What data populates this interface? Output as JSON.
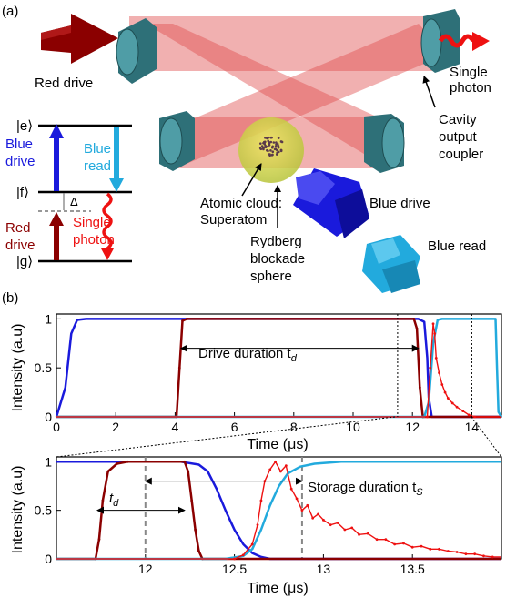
{
  "panel_a": {
    "label": "(a)",
    "red_drive_label": "Red drive",
    "single_photon_label": [
      "Single",
      "photon"
    ],
    "cavity_output_coupler_label": [
      "Cavity",
      "output",
      "coupler"
    ],
    "blue_drive_label": "Blue drive",
    "blue_read_label": "Blue read",
    "atomic_cloud_label": [
      "Atomic cloud:",
      "Superatom"
    ],
    "rydberg_label": [
      "Rydberg",
      "blockade",
      "sphere"
    ],
    "level_e": "|e⟩",
    "level_f": "|f⟩",
    "level_g": "|g⟩",
    "delta_label": "Δ",
    "diagram_blue_drive": [
      "Blue",
      "drive"
    ],
    "diagram_blue_read": [
      "Blue",
      "read"
    ],
    "diagram_red_drive": [
      "Red",
      "drive"
    ],
    "diagram_single_photon": [
      "Single",
      "photon"
    ]
  },
  "panel_b": {
    "label": "(b)",
    "top_ylabel": "Intensity (a.u)",
    "top_xlabel": "Time (μs)",
    "top_annotation": "Drive duration t",
    "top_annotation_sub": "d",
    "bottom_ylabel": "Intensity (a.u)",
    "bottom_xlabel": "Time (μs)",
    "bottom_annotation": "Storage duration t",
    "bottom_annotation_sub": "S",
    "bottom_td_label": "t",
    "bottom_td_sub": "d"
  },
  "colors": {
    "blue_drive": "#1a1adc",
    "blue_read": "#22aadd",
    "red_drive": "#8b0000",
    "single_photon": "#ee1111",
    "mirror": "#2e7078",
    "beam": "#e05050"
  },
  "chart_data": [
    {
      "type": "line",
      "xlabel": "Time (μs)",
      "ylabel": "Intensity (a.u)",
      "xlim": [
        0,
        15
      ],
      "ylim": [
        0,
        1.05
      ],
      "x_ticks": [
        "0",
        "2",
        "4",
        "6",
        "8",
        "10",
        "12",
        "14"
      ],
      "y_ticks": [
        "0",
        "0.5",
        "1"
      ],
      "series": [
        {
          "key": "blue_drive",
          "points": [
            [
              0,
              0
            ],
            [
              0.3,
              0.3
            ],
            [
              0.5,
              0.85
            ],
            [
              0.7,
              0.99
            ],
            [
              1,
              1
            ],
            [
              12.2,
              1
            ],
            [
              12.4,
              0.97
            ],
            [
              12.5,
              0.6
            ],
            [
              12.55,
              0.2
            ],
            [
              12.65,
              0
            ],
            [
              15,
              0
            ]
          ]
        },
        {
          "key": "red_drive",
          "points": [
            [
              0,
              0
            ],
            [
              4.05,
              0
            ],
            [
              4.15,
              0.5
            ],
            [
              4.25,
              0.98
            ],
            [
              4.4,
              1
            ],
            [
              12.05,
              1
            ],
            [
              12.15,
              0.9
            ],
            [
              12.25,
              0.3
            ],
            [
              12.35,
              0
            ],
            [
              15,
              0
            ]
          ]
        },
        {
          "key": "blue_read",
          "points": [
            [
              0,
              0
            ],
            [
              12.4,
              0
            ],
            [
              12.55,
              0.15
            ],
            [
              12.7,
              0.75
            ],
            [
              12.85,
              0.99
            ],
            [
              13,
              1
            ],
            [
              14.8,
              1
            ],
            [
              14.85,
              0.5
            ],
            [
              14.9,
              0.05
            ],
            [
              15,
              0
            ]
          ]
        },
        {
          "key": "single_photon",
          "points": [
            [
              0,
              0
            ],
            [
              12.5,
              0
            ],
            [
              12.6,
              0.5
            ],
            [
              12.7,
              0.95
            ],
            [
              12.75,
              0.85
            ],
            [
              12.8,
              0.6
            ],
            [
              12.9,
              0.45
            ],
            [
              13.0,
              0.33
            ],
            [
              13.1,
              0.25
            ],
            [
              13.2,
              0.19
            ],
            [
              13.35,
              0.14
            ],
            [
              13.5,
              0.1
            ],
            [
              13.7,
              0.06
            ],
            [
              13.9,
              0.02
            ],
            [
              14.1,
              0
            ],
            [
              15,
              0
            ]
          ]
        }
      ],
      "annotations": [
        {
          "text": "Drive duration t_d",
          "x_start": 4.2,
          "x_end": 12.2,
          "y": 0.7
        }
      ],
      "vlines": [
        11.5,
        14.0
      ]
    },
    {
      "type": "line",
      "xlabel": "Time (μs)",
      "ylabel": "Intensity (a.u)",
      "xlim": [
        11.5,
        14.0
      ],
      "ylim": [
        0,
        1.05
      ],
      "x_ticks": [
        "12",
        "12.5",
        "13",
        "13.5"
      ],
      "y_ticks": [
        "0",
        "0.5",
        "1"
      ],
      "series": [
        {
          "key": "blue_drive",
          "points": [
            [
              11.5,
              1
            ],
            [
              12.2,
              1
            ],
            [
              12.3,
              0.97
            ],
            [
              12.35,
              0.9
            ],
            [
              12.4,
              0.72
            ],
            [
              12.45,
              0.5
            ],
            [
              12.5,
              0.3
            ],
            [
              12.55,
              0.15
            ],
            [
              12.6,
              0.06
            ],
            [
              12.65,
              0.02
            ],
            [
              12.7,
              0
            ],
            [
              14,
              0
            ]
          ]
        },
        {
          "key": "red_drive",
          "points": [
            [
              11.5,
              0
            ],
            [
              11.72,
              0
            ],
            [
              11.74,
              0.2
            ],
            [
              11.76,
              0.6
            ],
            [
              11.79,
              0.9
            ],
            [
              11.84,
              0.98
            ],
            [
              11.9,
              1
            ],
            [
              12.22,
              1
            ],
            [
              12.24,
              0.9
            ],
            [
              12.26,
              0.6
            ],
            [
              12.28,
              0.3
            ],
            [
              12.3,
              0.08
            ],
            [
              12.32,
              0
            ],
            [
              14,
              0
            ]
          ]
        },
        {
          "key": "blue_read",
          "points": [
            [
              11.5,
              0
            ],
            [
              12.45,
              0
            ],
            [
              12.55,
              0.03
            ],
            [
              12.6,
              0.1
            ],
            [
              12.65,
              0.3
            ],
            [
              12.7,
              0.55
            ],
            [
              12.75,
              0.75
            ],
            [
              12.8,
              0.88
            ],
            [
              12.87,
              0.95
            ],
            [
              12.95,
              0.98
            ],
            [
              13.1,
              1
            ],
            [
              14,
              1
            ]
          ]
        },
        {
          "key": "single_photon",
          "points": [
            [
              11.5,
              0
            ],
            [
              12.5,
              0
            ],
            [
              12.55,
              0.04
            ],
            [
              12.6,
              0.15
            ],
            [
              12.63,
              0.35
            ],
            [
              12.65,
              0.6
            ],
            [
              12.67,
              0.8
            ],
            [
              12.7,
              0.92
            ],
            [
              12.73,
              1.0
            ],
            [
              12.76,
              0.9
            ],
            [
              12.79,
              0.96
            ],
            [
              12.82,
              0.72
            ],
            [
              12.85,
              0.62
            ],
            [
              12.88,
              0.5
            ],
            [
              12.91,
              0.55
            ],
            [
              12.94,
              0.42
            ],
            [
              12.97,
              0.46
            ],
            [
              13.0,
              0.4
            ],
            [
              13.04,
              0.35
            ],
            [
              13.08,
              0.37
            ],
            [
              13.12,
              0.3
            ],
            [
              13.16,
              0.32
            ],
            [
              13.2,
              0.25
            ],
            [
              13.25,
              0.26
            ],
            [
              13.3,
              0.2
            ],
            [
              13.35,
              0.2
            ],
            [
              13.4,
              0.15
            ],
            [
              13.45,
              0.16
            ],
            [
              13.5,
              0.12
            ],
            [
              13.55,
              0.13
            ],
            [
              13.6,
              0.1
            ],
            [
              13.65,
              0.1
            ],
            [
              13.7,
              0.08
            ],
            [
              13.75,
              0.07
            ],
            [
              13.8,
              0.05
            ],
            [
              13.85,
              0.05
            ],
            [
              13.9,
              0.03
            ],
            [
              13.95,
              0.02
            ],
            [
              14,
              0.02
            ]
          ]
        }
      ],
      "annotations": [
        {
          "text": "Storage duration t_S",
          "x_start": 12.0,
          "x_end": 12.88,
          "y": 0.8
        },
        {
          "text": "t_d",
          "x_start": 11.73,
          "x_end": 12.22,
          "y": 0.5
        }
      ],
      "vlines": [
        12.0,
        12.88
      ]
    }
  ]
}
